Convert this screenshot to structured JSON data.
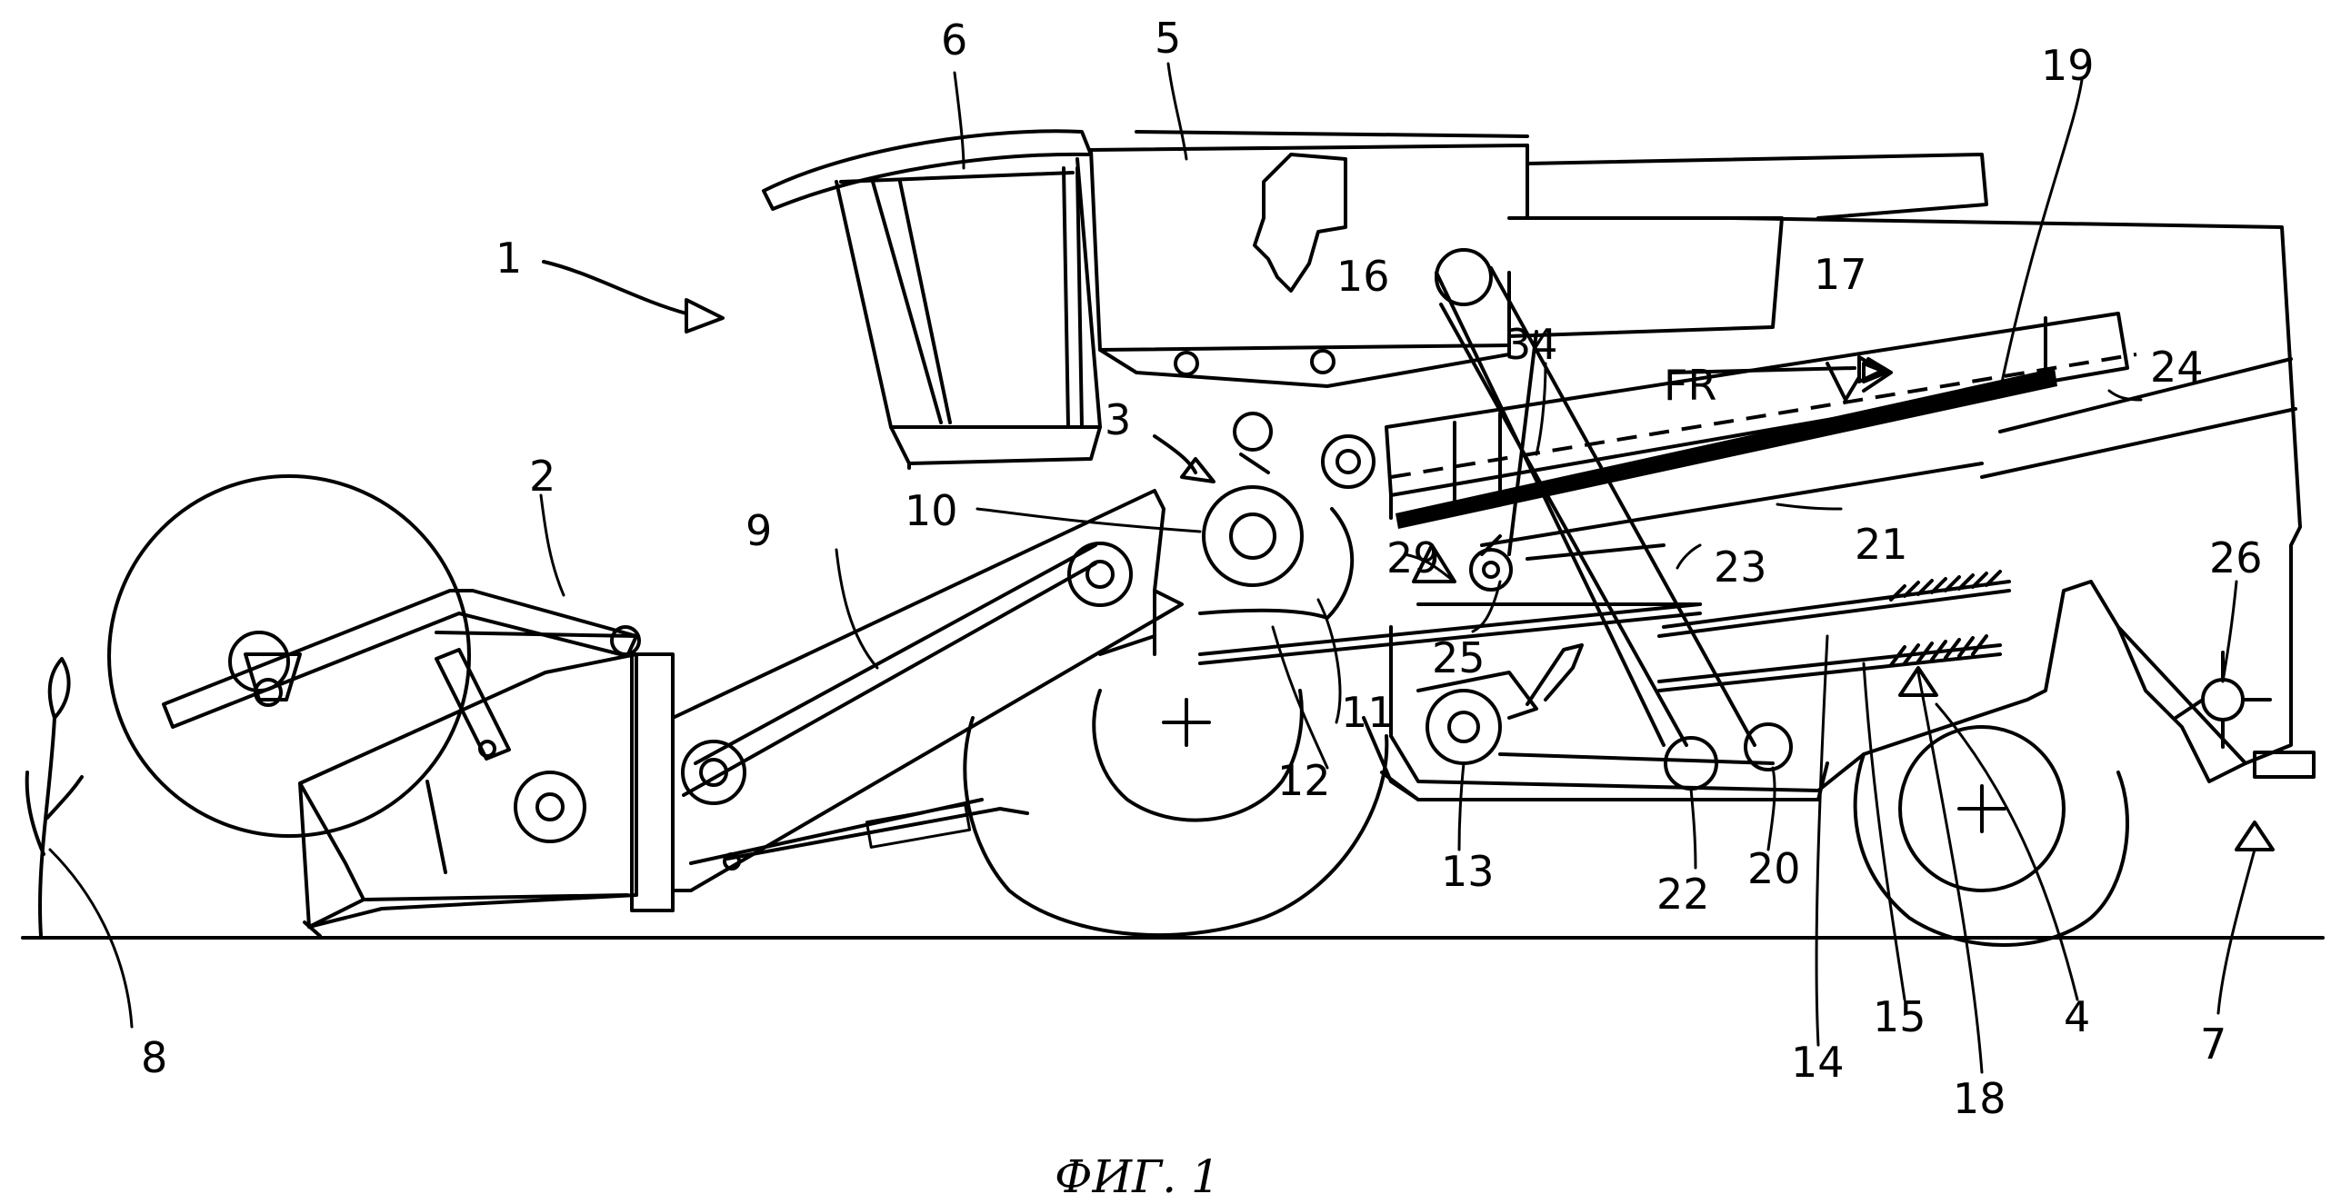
{
  "labels": {
    "l1": "1",
    "l2": "2",
    "l3": "3",
    "l4": "4",
    "l5": "5",
    "l6": "6",
    "l7": "7",
    "l8": "8",
    "l9": "9",
    "l10": "10",
    "l11": "11",
    "l12": "12",
    "l13": "13",
    "l14": "14",
    "l15": "15",
    "l16": "16",
    "l17": "17",
    "l18": "18",
    "l19": "19",
    "l20": "20",
    "l21": "21",
    "l22": "22",
    "l23": "23",
    "l24": "24",
    "l25": "25",
    "l26": "26",
    "l29": "29",
    "l34": "34",
    "fr": "FR"
  },
  "caption": "ФИГ. 1"
}
